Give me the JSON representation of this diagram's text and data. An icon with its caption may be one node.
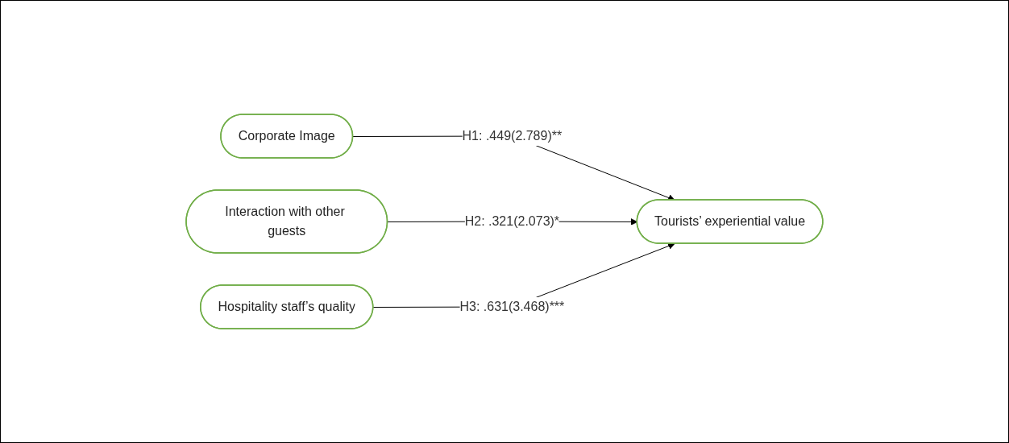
{
  "diagram": {
    "nodes": [
      {
        "text": [
          "Corporate Image"
        ]
      },
      {
        "text": [
          "Interaction with other guests"
        ]
      },
      {
        "text": [
          "Hospitality staff’s quality"
        ]
      },
      {
        "text": [
          "Tourists’ experiential value"
        ]
      }
    ],
    "edges": [
      {
        "from": 0,
        "to": 3,
        "arrow": "to",
        "label": "H1: .449(2.789)**"
      },
      {
        "from": 1,
        "to": 3,
        "arrow": "to",
        "label": "H2: .321(2.073)*"
      },
      {
        "from": 2,
        "to": 3,
        "arrow": "to",
        "label": "H3: .631(3.468)***"
      }
    ]
  }
}
